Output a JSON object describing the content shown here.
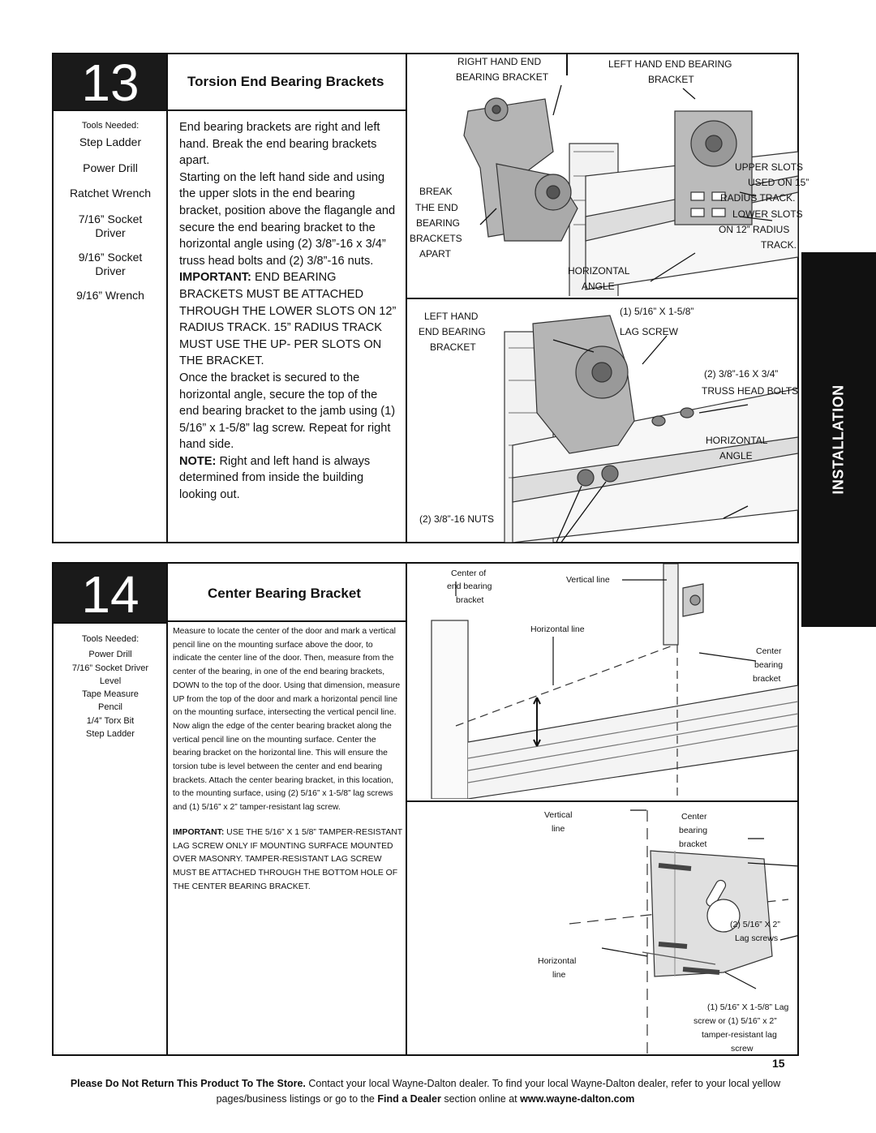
{
  "page_number": "15",
  "side_tab": "INSTALLATION",
  "step13": {
    "number": "13",
    "title": "Torsion End Bearing Brackets",
    "tools_heading": "Tools Needed:",
    "tools": [
      "Step Ladder",
      "Power Drill",
      "Ratchet Wrench",
      "7/16” Socket Driver",
      "9/16” Socket Driver",
      "9/16” Wrench"
    ],
    "p1": "End bearing brackets are right and left hand. Break the end bearing brackets apart.",
    "p2": "Starting on the left hand side and using the upper slots in the end bearing bracket, position above the flagangle and secure the end bearing bracket to the horizontal angle using (2) 3/8”-16 x 3/4” truss head bolts and (2) 3/8”-16 nuts.",
    "important_label": "IMPORTANT:",
    "important_text": " END BEARING BRACKETS MUST BE ATTACHED THROUGH THE LOWER SLOTS ON 12” RADIUS TRACK. 15” RADIUS TRACK MUST USE THE UP- PER SLOTS ON THE BRACKET.",
    "p3": "Once the bracket is secured to the horizontal angle, secure the top of the end bearing bracket to the jamb using (1) 5/16” x 1-5/8” lag screw. Repeat for right hand side.",
    "note_label": "NOTE:",
    "note_text": " Right and left hand is always determined from inside the building looking out.",
    "labels": {
      "rh_bracket_1": "RIGHT HAND END",
      "rh_bracket_2": "BEARING BRACKET",
      "lh_bracket_1": "LEFT HAND END BEARING",
      "lh_bracket_2": "BRACKET",
      "break_1": "BREAK",
      "break_2": "THE END",
      "break_3": "BEARING",
      "break_4": "BRACKETS",
      "break_5": "APART",
      "upper_1": "UPPER SLOTS",
      "upper_2": "USED ON 15”",
      "upper_3": "RADIUS TRACK.",
      "lower_1": "LOWER SLOTS",
      "lower_2": "ON 12” RADIUS",
      "lower_3": "TRACK.",
      "horiz_1": "HORIZONTAL",
      "horiz_2": "ANGLE",
      "lh_end_1": "LEFT HAND",
      "lh_end_2": "END BEARING",
      "lh_end_3": "BRACKET",
      "lag_1": "(1) 5/16” X 1-5/8”",
      "lag_2": "LAG SCREW",
      "truss_1": "(2) 3/8”-16 X 3/4”",
      "truss_2": "TRUSS HEAD BOLTS",
      "horiz2_1": "HORIZONTAL",
      "horiz2_2": "ANGLE",
      "nuts": "(2) 3/8”-16 NUTS"
    }
  },
  "step14": {
    "number": "14",
    "title": "Center Bearing Bracket",
    "tools_heading": "Tools Needed:",
    "tools": [
      "Power Drill",
      "7/16” Socket Driver",
      "Level",
      "Tape Measure",
      "Pencil",
      "1/4” Torx Bit",
      "Step Ladder"
    ],
    "body": "Measure to locate the center of the door and mark a vertical pencil line on the mounting surface above the door, to indicate the center line of the door. Then, measure from the center of the bearing, in one of the end bearing brackets, DOWN to the top of the door. Using that dimension, measure UP from the top of the door and mark a horizontal pencil line on the mounting surface, intersecting the vertical pencil line. Now align the edge of the center bearing bracket along the vertical pencil line on the mounting surface. Center the bearing bracket on the horizontal line. This will ensure the torsion tube is level between the center and end bearing brackets. Attach the center bearing bracket, in this location, to the mounting surface, using (2) 5/16” x 1-5/8” lag screws and (1) 5/16” x 2” tamper-resistant lag screw.",
    "important_label": "IMPORTANT:",
    "important_text": " USE THE 5/16” X 1 5/8” TAMPER-RESISTANT LAG SCREW ONLY IF MOUNTING SURFACE MOUNTED OVER MASONRY. TAMPER-RESISTANT LAG SCREW MUST BE ATTACHED THROUGH THE BOTTOM HOLE OF THE CENTER BEARING BRACKET.",
    "labels": {
      "center_of_1": "Center of",
      "center_of_2": "end bearing",
      "center_of_3": "bracket",
      "vertical_line": "Vertical line",
      "horizontal_line": "Horizontal line",
      "cbb_1": "Center",
      "cbb_2": "bearing",
      "cbb_3": "bracket",
      "vert_1": "Vertical",
      "vert_2": "line",
      "cbb2_1": "Center",
      "cbb2_2": "bearing",
      "cbb2_3": "bracket",
      "lag2_1": "(2) 5/16” X 2”",
      "lag2_2": "Lag screws",
      "horz_1": "Horizontal",
      "horz_2": "line",
      "lag1_1": "(1) 5/16” X 1-5/8” Lag",
      "lag1_2": "screw or (1) 5/16” x 2”",
      "lag1_3": "tamper-resistant lag",
      "lag1_4": "screw"
    }
  },
  "footer": {
    "bold": "Please Do Not Return This Product To The Store.",
    "text1": " Contact your local Wayne-Dalton dealer. To find your local Wayne-Dalton dealer, refer to your local yellow pages/business listings or go to the ",
    "bold2": "Find a Dealer",
    "text2": " section online at ",
    "bold3": "www.wayne-dalton.com"
  }
}
